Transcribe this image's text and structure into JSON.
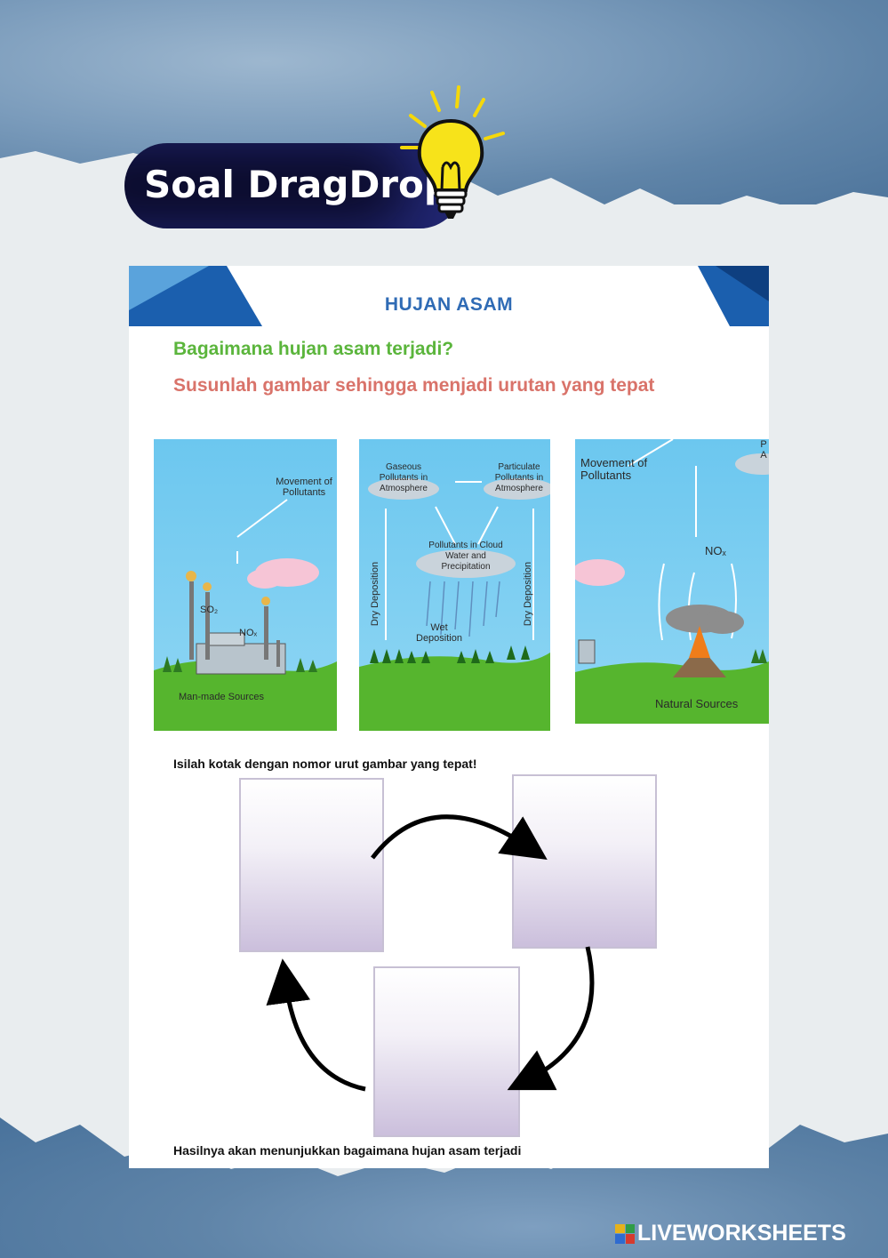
{
  "header": {
    "title": "Soal DragDrop"
  },
  "sheet": {
    "title": "HUJAN ASAM",
    "question": "Bagaimana hujan asam terjadi?",
    "instruction": "Susunlah gambar sehingga menjadi urutan yang tepat",
    "fill_prompt": "Isilah kotak dengan nomor urut gambar yang tepat!",
    "result_text": "Hasilnya akan menunjukkan bagaimana hujan asam terjadi"
  },
  "panels": [
    {
      "movement": "Movement of Pollutants",
      "so2": "SO₂",
      "nox": "NOₓ",
      "source": "Man-made Sources"
    },
    {
      "gaseous": "Gaseous Pollutants in Atmosphere",
      "particulate": "Particulate Pollutants in Atmosphere",
      "cloud": "Pollutants in Cloud Water and Precipitation",
      "dry_left": "Dry Deposition",
      "dry_right": "Dry Deposition",
      "wet": "Wet Deposition"
    },
    {
      "movement": "Movement of Pollutants",
      "nox": "NOₓ",
      "source": "Natural Sources",
      "corner": "P A"
    }
  ],
  "drop_boxes": [
    {
      "id": "box-1"
    },
    {
      "id": "box-2"
    },
    {
      "id": "box-3"
    }
  ],
  "footer": {
    "brand": "LIVEWORKSHEETS"
  },
  "colors": {
    "title_blue": "#2f6bb5",
    "question_green": "#5bb53c",
    "instruction_red": "#d9736a",
    "pill_dark": "#0b0b2a"
  }
}
